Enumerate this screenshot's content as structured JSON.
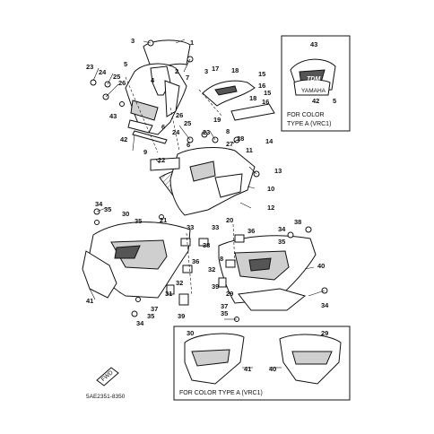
{
  "callouts": {
    "c1": "1",
    "c2": "2",
    "c3a": "3",
    "c3b": "3",
    "c4": "4",
    "c5a": "5",
    "c5b": "5",
    "c6a": "6",
    "c6b": "6",
    "c7": "7",
    "c8a": "8",
    "c8b": "8",
    "c9": "9",
    "c10": "10",
    "c11": "11",
    "c12": "12",
    "c13": "13",
    "c14": "14",
    "c15a": "15",
    "c15b": "15",
    "c16a": "16",
    "c16b": "16",
    "c17": "17",
    "c18a": "18",
    "c18b": "18",
    "c19": "19",
    "c20": "20",
    "c21": "21",
    "c22": "22",
    "c23a": "23",
    "c23b": "23",
    "c24a": "24",
    "c24b": "24",
    "c25a": "25",
    "c25b": "25",
    "c26a": "26",
    "c26b": "26",
    "c27": "27",
    "c28": "28",
    "c29a": "29",
    "c29b": "29",
    "c30a": "30",
    "c30b": "30",
    "c31": "31",
    "c32a": "32",
    "c32b": "32",
    "c33a": "33",
    "c33b": "33",
    "c34a": "34",
    "c34b": "34",
    "c34c": "34",
    "c34d": "34",
    "c35a": "35",
    "c35b": "35",
    "c35c": "35",
    "c35d": "35",
    "c35e": "35",
    "c36a": "36",
    "c36b": "36",
    "c37a": "37",
    "c37b": "37",
    "c38a": "38",
    "c38b": "38",
    "c39a": "39",
    "c39b": "39",
    "c40a": "40",
    "c40b": "40",
    "c41a": "41",
    "c41b": "41",
    "c42a": "42",
    "c42b": "42",
    "c43a": "43",
    "c43b": "43"
  },
  "inset_top": {
    "caption_line1": "FOR COLOR",
    "caption_line2": "TYPE A (VRC1)",
    "brand": "YAMAHA"
  },
  "inset_bottom": {
    "caption": "FOR COLOR TYPE A (VRC1)"
  },
  "front_marker": "FWD",
  "diagram_code": "5AE2351-8350",
  "colors": {
    "line": "#111111",
    "fill_grey": "#cfcfcf",
    "fill_dark": "#555555"
  }
}
